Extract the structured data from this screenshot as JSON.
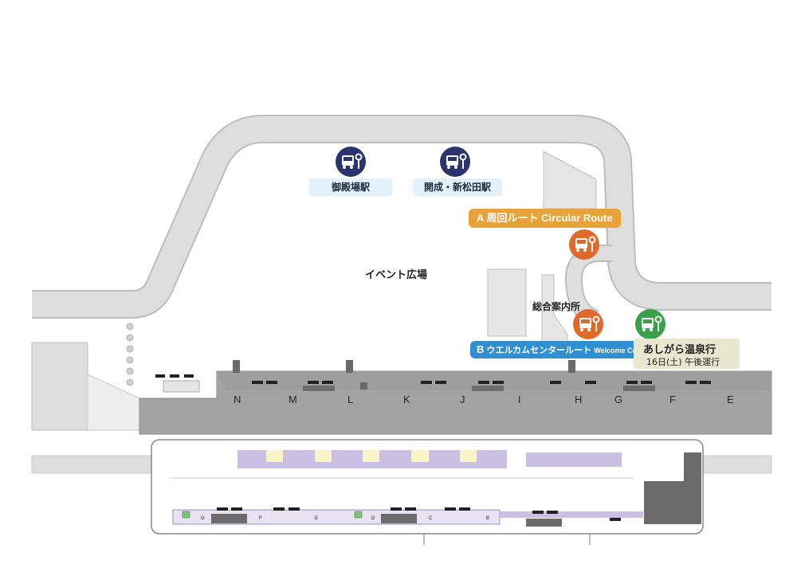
{
  "colors": {
    "road": "#dedede",
    "road_edge": "#bdbdbd",
    "platform": "#9a9a9a",
    "dark_block": "#6a6a6a",
    "navy_bus": "#2c3470",
    "orange_bus": "#e06a2c",
    "green_bus": "#3aa14a",
    "route_a": "#e8a23a",
    "route_b": "#2f8fd0",
    "label_bg": "#e3f1fb",
    "terminal_purple": "#c9c0e4"
  },
  "destinations": [
    {
      "label": "御殿場駅",
      "icon": "bus-stop-icon"
    },
    {
      "label": "開成・新松田駅",
      "icon": "bus-stop-icon"
    }
  ],
  "route_a": {
    "label_prefix": "A",
    "label_jp": "周回ルート",
    "label_en": "Circular Route"
  },
  "route_b": {
    "label_prefix": "B",
    "label_jp": "ウエルカムセンタールート",
    "label_en": "Welcome Center Route"
  },
  "event_plaza": "イベント広場",
  "info_center": "総合案内所",
  "onsen": {
    "title": "あしがら温泉行",
    "note": "16日(土) 午後運行"
  },
  "stop_letters": [
    "N",
    "M",
    "L",
    "K",
    "J",
    "I",
    "H",
    "G",
    "F",
    "E"
  ],
  "terminal_letters": [
    "G",
    "F",
    "E",
    "D",
    "C",
    "B"
  ]
}
